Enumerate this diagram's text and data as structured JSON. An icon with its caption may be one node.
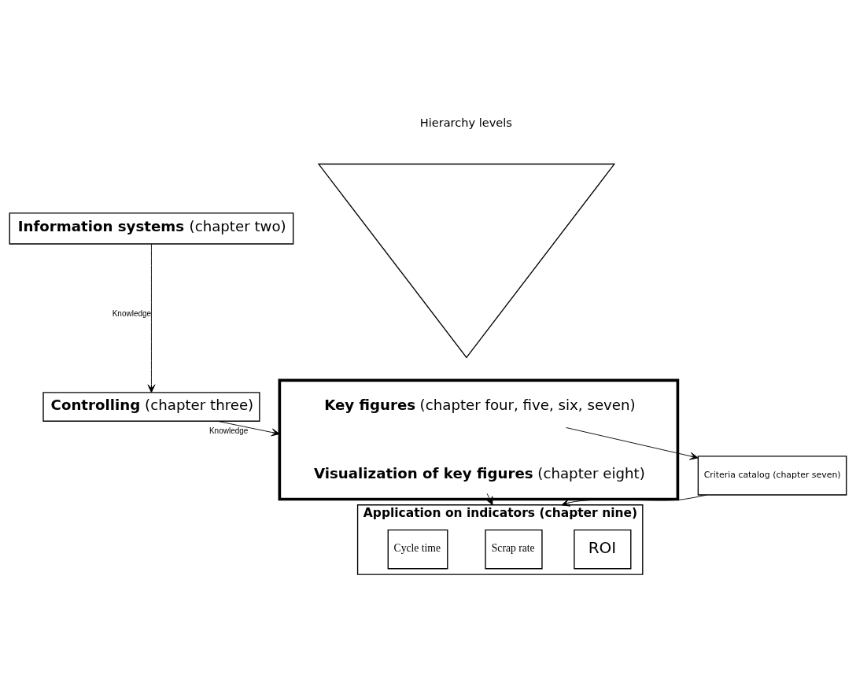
{
  "diagram": {
    "nodes": [
      {
        "text": [
          "**Information systems** (chapter two)"
        ]
      },
      {
        "text": [
          "**Controlling** (chapter three)"
        ]
      },
      {
        "text": [],
        "shape": "box"
      },
      {
        "text": [
          "**Key figures** (chapter four, five, six, seven)"
        ],
        "in": 2
      },
      {
        "text": [
          "**Visualization of key figures** (chapter eight)"
        ],
        "in": 2
      },
      {
        "text": [
          "Criteria catalog (chapter seven)"
        ]
      },
      {
        "text": [
          "Application on indicators (chapter nine)"
        ]
      },
      {
        "text": [
          "ROI"
        ],
        "in": 6
      },
      {
        "text": [
          "Scrap rate"
        ],
        "in": 6
      },
      {
        "text": [
          "Cycle time"
        ],
        "in": 6
      },
      {
        "text": [
          "Hierarchy levels"
        ]
      }
    ],
    "edges": [
      {
        "from": 0,
        "to": 1,
        "arrow": "to",
        "label": "Knowledge"
      },
      {
        "from": 1,
        "to": 2,
        "arrow": "to",
        "label": "Knowledge"
      },
      {
        "from": 3,
        "to": 5,
        "arrow": "to"
      },
      {
        "from": 4,
        "to": 6,
        "arrow": "to"
      },
      {
        "from": 5,
        "to": 6,
        "arrow": "to"
      }
    ]
  }
}
